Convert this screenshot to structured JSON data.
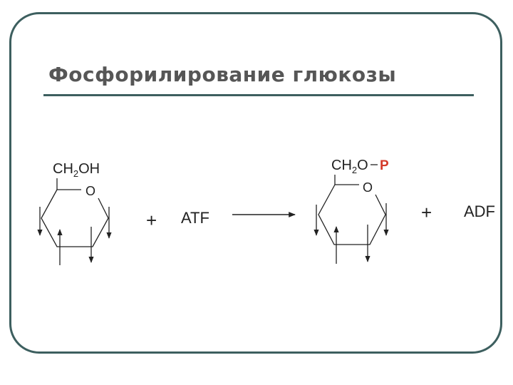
{
  "slide": {
    "title": "Фосфорилирование глюкозы"
  },
  "reaction": {
    "glucose": {
      "group_prefix": "CH",
      "group_sub": "2",
      "group_suffix": "OH",
      "ring_oxygen": "O"
    },
    "plus_1": "+",
    "reagent": "ATF",
    "product": {
      "group_prefix": "CH",
      "group_sub": "2",
      "group_suffix": "O",
      "phosphate": "P",
      "ring_oxygen": "O"
    },
    "plus_2": "+",
    "byproduct": "ADF"
  },
  "colors": {
    "frame": "#3d5f5f",
    "title": "#565656",
    "phosphate": "#d43a2a",
    "ink": "#222222"
  }
}
